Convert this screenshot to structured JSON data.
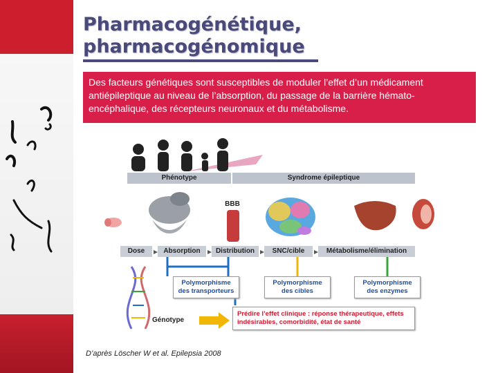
{
  "slide": {
    "title_line1": "Pharmacogénétique,",
    "title_line2": "pharmacogénomique",
    "banner_text": "Des facteurs génétiques sont susceptibles de moduler l’effet d’un médicament antiépileptique au niveau de l’absorption, du passage de la barrière hémato-encéphalique, des récepteurs neuronaux et du métabolisme.",
    "credit": "D’après Löscher W et al. Epilepsia 2008"
  },
  "diagram": {
    "phenotype_label": "Phénotype",
    "syndrome_label": "Syndrome épileptique",
    "bbb_label": "BBB",
    "steps": [
      "Dose",
      "Absorption",
      "Distribution",
      "SNC/cible",
      "Métabolisme/élimination"
    ],
    "polymorphisms": [
      "Polymorphisme des transporteurs",
      "Polymorphisme des cibles",
      "Polymorphisme des enzymes"
    ],
    "genotype_label": "Génotype",
    "predict_text": "Prédire l’effet clinique : réponse thérapeutique, effets indésirables, comorbidité, état de santé"
  },
  "colors": {
    "brand_red": "#cc1f2e",
    "banner_pink": "#d81f49",
    "title_navy": "#4a4a7a",
    "arrow_blue": "#1e6fc4",
    "arrow_green": "#3aa63a",
    "arrow_yellow": "#f2b705"
  }
}
